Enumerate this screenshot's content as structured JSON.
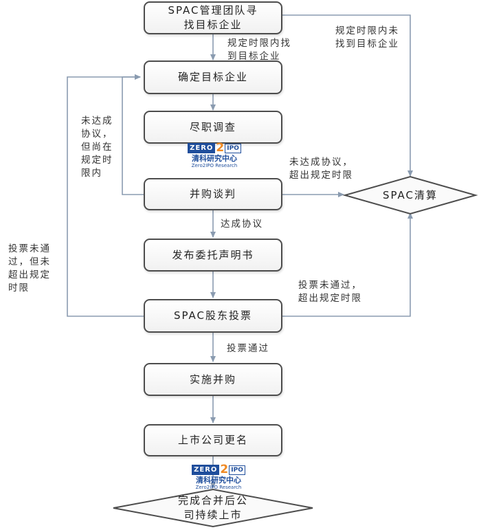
{
  "nodes": {
    "search_target": "SPAC管理团队寻找目标企业",
    "confirm_target": "确定目标企业",
    "due_diligence": "尽职调查",
    "negotiation": "并购谈判",
    "announcement": "发布委托声明书",
    "shareholder_vote": "SPAC股东投票",
    "execute_merger": "实施并购",
    "rename": "上市公司更名",
    "liquidation": "SPAC清算",
    "final": "完成合并后公司持续上市"
  },
  "labels": {
    "found_in_time": "规定时限内找到目标企业",
    "not_found_in_time": "规定时限内未找到目标企业",
    "no_agreement_within": "未达成协议，但尚在规定时限内",
    "no_agreement_exceeded": "未达成协议，超出规定时限",
    "agreement_reached": "达成协议",
    "vote_failed_within": "投票未通过，但未超出规定时限",
    "vote_failed_exceeded": "投票未通过，超出规定时限",
    "vote_passed": "投票通过"
  },
  "watermark": {
    "zero": "ZERO",
    "two": "2",
    "ipo": "IPO",
    "cn": "清科研究中心",
    "en": "Zero2IPO Research"
  },
  "colors": {
    "box_border": "#4d4d4d",
    "arrow": "#8a9bb0",
    "logo_blue": "#1f4e9c",
    "logo_orange": "#f08a24"
  }
}
